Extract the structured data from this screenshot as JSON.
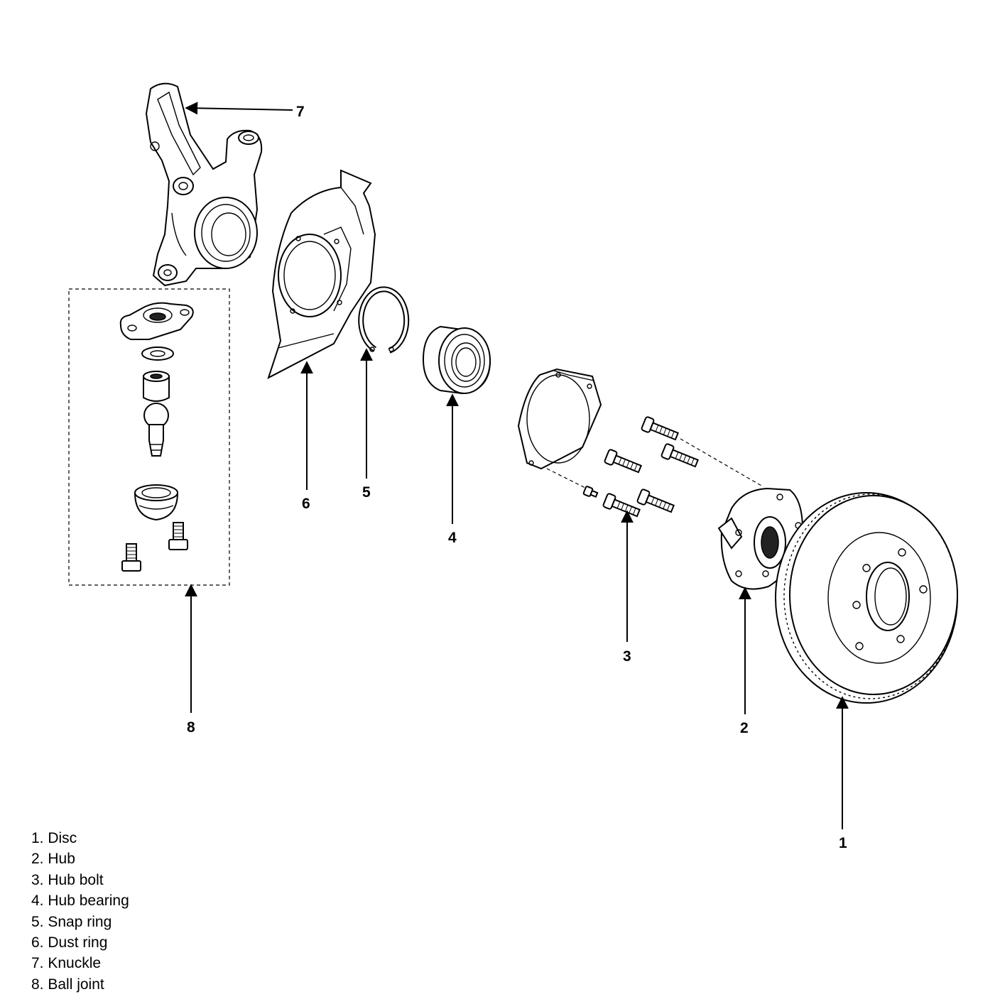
{
  "callouts": {
    "c1": "1",
    "c2": "2",
    "c3": "3",
    "c4": "4",
    "c5": "5",
    "c6": "6",
    "c7": "7",
    "c8": "8"
  },
  "legend": [
    "1. Disc",
    "2. Hub",
    "3. Hub bolt",
    "4. Hub bearing",
    "5. Snap ring",
    "6. Dust ring",
    "7. Knuckle",
    "8. Ball joint"
  ]
}
